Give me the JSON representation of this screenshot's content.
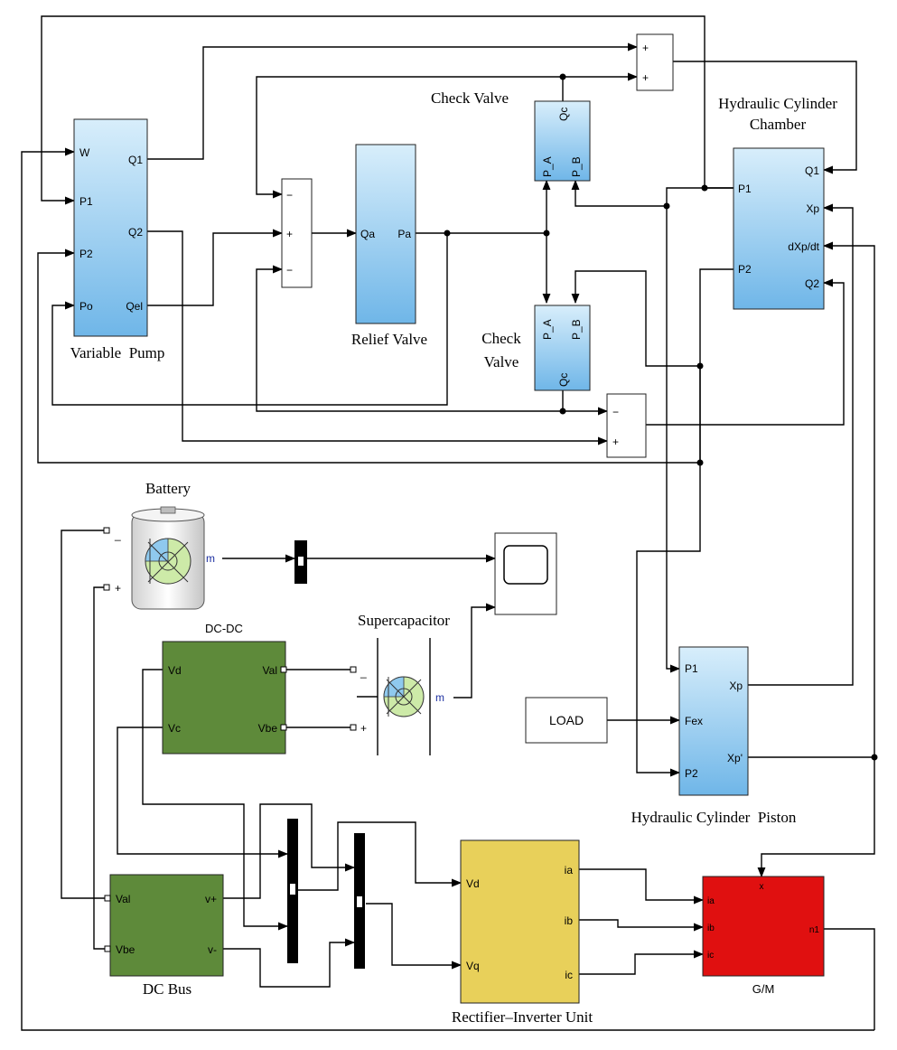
{
  "blocks": {
    "variable_pump": {
      "caption": "Variable  Pump",
      "ports_in": [
        "W",
        "P1",
        "P2",
        "Po"
      ],
      "ports_out": [
        "Q1",
        "Q2",
        "Qel"
      ]
    },
    "relief_valve": {
      "caption": "Relief Valve",
      "ports": [
        "Qa",
        "Pa"
      ]
    },
    "check_valve_top": {
      "caption": "Check Valve",
      "ports": [
        "P_A",
        "P_B",
        "Qc"
      ]
    },
    "check_valve_bottom": {
      "caption_line1": "Check",
      "caption_line2": "Valve",
      "ports": [
        "P_A",
        "P_B",
        "Qc"
      ]
    },
    "hydraulic_cylinder_chamber": {
      "caption_line1": "Hydraulic Cylinder",
      "caption_line2": "Chamber",
      "ports_in": [
        "P1",
        "P2"
      ],
      "ports_out": [
        "Q1",
        "Xp",
        "dXp/dt",
        "Q2"
      ]
    },
    "battery": {
      "caption": "Battery",
      "terminals": [
        "_",
        "+"
      ],
      "measure": "m"
    },
    "dc_dc": {
      "caption": "DC-DC",
      "ports_in": [
        "Vd",
        "Vc"
      ],
      "ports_out": [
        "Val",
        "Vbe"
      ]
    },
    "supercapacitor": {
      "caption": "Supercapacitor",
      "terminals": [
        "_",
        "+"
      ],
      "measure": "m"
    },
    "load": {
      "label": "LOAD"
    },
    "hydraulic_cylinder_piston": {
      "caption": "Hydraulic Cylinder  Piston",
      "ports_in": [
        "P1",
        "Fex",
        "P2"
      ],
      "ports_out": [
        "Xp",
        "Xp'"
      ]
    },
    "dc_bus": {
      "caption": "DC Bus",
      "ports_in": [
        "Val",
        "Vbe"
      ],
      "ports_out": [
        "v+",
        "v-"
      ]
    },
    "rectifier_inverter": {
      "caption": "Rectifier–Inverter Unit",
      "ports_in": [
        "Vd",
        "Vq"
      ],
      "ports_out": [
        "ia",
        "ib",
        "ic"
      ]
    },
    "gm": {
      "caption": "G/M",
      "ports_in": [
        "ia",
        "ib",
        "ic"
      ],
      "ports_out": [
        "n1"
      ],
      "top_port": "x"
    }
  },
  "sums": {
    "top": [
      "+",
      "+"
    ],
    "middle": [
      "−",
      "+",
      "−"
    ],
    "bottom": [
      "−",
      "+"
    ]
  },
  "colors": {
    "hydraulic_block_top": "#d8eefb",
    "hydraulic_block_bottom": "#6fb6e8",
    "converter_green": "#5e8a3a",
    "rectifier_yellow": "#e8d05a",
    "machine_red": "#e01010"
  }
}
